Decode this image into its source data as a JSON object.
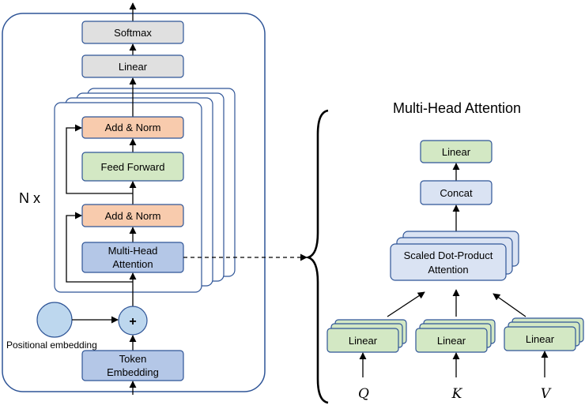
{
  "encoder": {
    "softmax": "Softmax",
    "linear": "Linear",
    "add_norm_top": "Add & Norm",
    "feed_forward": "Feed Forward",
    "add_norm_bottom": "Add & Norm",
    "mha_line1": "Multi-Head",
    "mha_line2": "Attention",
    "repeat_label": "N x",
    "plus_symbol": "+",
    "positional_embedding": "Positional embedding",
    "token_line1": "Token",
    "token_line2": "Embedding"
  },
  "mha": {
    "title": "Multi-Head Attention",
    "linear_top": "Linear",
    "concat": "Concat",
    "sdpa_line1": "Scaled Dot-Product",
    "sdpa_line2": "Attention",
    "linear_q": "Linear",
    "linear_k": "Linear",
    "linear_v": "Linear",
    "q": "Q",
    "k": "K",
    "v": "V"
  },
  "colors": {
    "gray_fill": "#e0e0e0",
    "orange_fill": "#f8cbad",
    "green_fill": "#d3e8c4",
    "blue_fill": "#b4c7e7",
    "light_blue_fill": "#dae3f3",
    "circle_fill": "#bdd7ee",
    "outline_blue": "#2f5597"
  }
}
